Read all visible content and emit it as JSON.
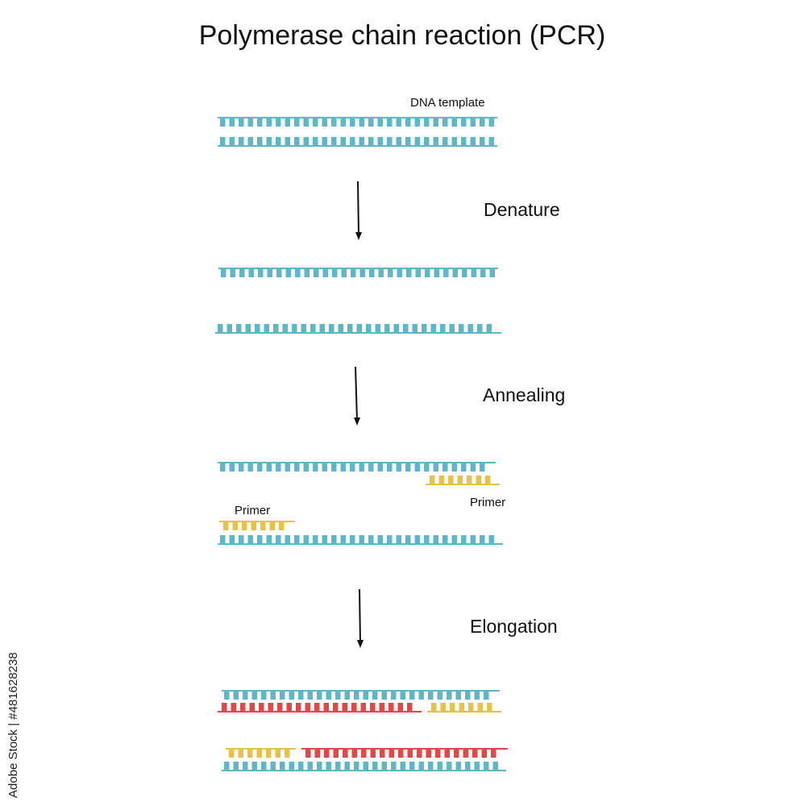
{
  "title": "Polymerase chain reaction (PCR)",
  "labels": {
    "dna_template": "DNA template",
    "primer_left": "Primer",
    "primer_right": "Primer"
  },
  "steps": {
    "denature": "Denature",
    "annealing": "Annealing",
    "elongation": "Elongation"
  },
  "watermark": "Adobe Stock | #481628238",
  "colors": {
    "dna": "#5cb8c8",
    "primer": "#e8c14a",
    "new_strand": "#e84646",
    "arrow": "#111111",
    "text": "#111111"
  }
}
